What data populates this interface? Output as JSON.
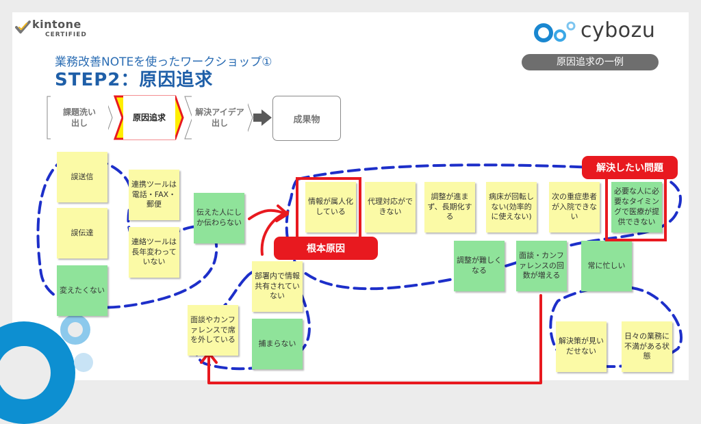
{
  "header": {
    "kintone_name": "kintone",
    "kintone_certified": "CERTIFIED",
    "cybozu_name": "cybozu",
    "subtitle": "業務改善NOTEを使ったワークショップ①",
    "title": "STEP2：原因追求",
    "tag": "原因追求の一例"
  },
  "flow": {
    "steps": [
      "課題洗い\n出し",
      "原因追求",
      "解決アイデア\n出し",
      "成果物"
    ],
    "active_index": 1
  },
  "notes": {
    "n1": "誤送信",
    "n2": "誤伝達",
    "n3": "変えたくない",
    "n4": "連携ツールは電話・FAX・郵便",
    "n5": "連絡ツールは長年変わっていない",
    "n6": "伝えた人にしか伝わらない",
    "n7": "部署内で情報共有されていない",
    "n8": "面談やカンファレンスで席を外している",
    "n9": "捕まらない",
    "n10": "情報が属人化している",
    "n11": "代理対応ができない",
    "n12": "調整が進まず、長期化する",
    "n13": "病床が回転しない(効率的に使えない)",
    "n14": "次の重症患者が入院できない",
    "n15": "必要な人に必要なタイミングで医療が提供できない",
    "n16": "調整が難しくなる",
    "n17": "面談・カンファレンスの回数が増える",
    "n18": "常に忙しい",
    "n19": "解決策が見いだせない",
    "n20": "日々の業務に不満がある状態"
  },
  "labels": {
    "root_cause": "根本原因",
    "problem": "解決したい問題"
  },
  "colors": {
    "accent_blue": "#1f5fa8",
    "red": "#e8191f",
    "sticky_yellow": "#fbfaa6",
    "sticky_green": "#8fe39a",
    "dash_blue": "#1d2fc9"
  }
}
